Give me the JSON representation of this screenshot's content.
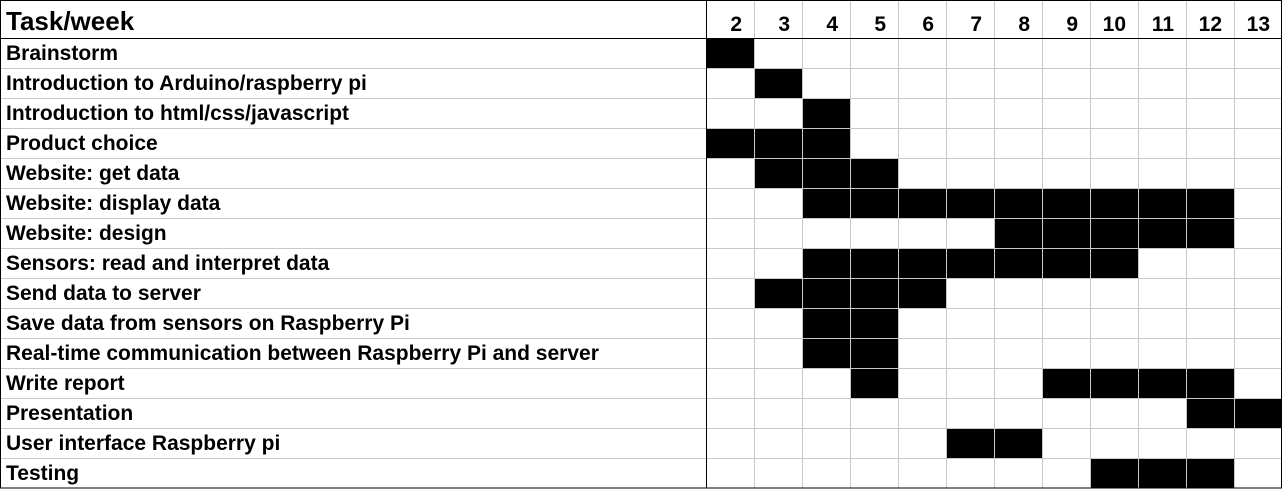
{
  "chart_data": {
    "type": "gantt",
    "title": "",
    "header_label": "Task/week",
    "weeks": [
      "2",
      "3",
      "4",
      "5",
      "6",
      "7",
      "8",
      "9",
      "10",
      "11",
      "12",
      "13"
    ],
    "tasks": [
      {
        "name": "Brainstorm",
        "weeks": [
          2
        ]
      },
      {
        "name": "Introduction to Arduino/raspberry pi",
        "weeks": [
          3
        ]
      },
      {
        "name": "Introduction to html/css/javascript",
        "weeks": [
          4
        ]
      },
      {
        "name": "Product choice",
        "weeks": [
          2,
          3,
          4
        ]
      },
      {
        "name": "Website: get data",
        "weeks": [
          3,
          4,
          5
        ]
      },
      {
        "name": "Website: display data",
        "weeks": [
          4,
          5,
          6,
          7,
          8,
          9,
          10,
          11,
          12
        ]
      },
      {
        "name": "Website: design",
        "weeks": [
          8,
          9,
          10,
          11,
          12
        ]
      },
      {
        "name": "Sensors: read and interpret data",
        "weeks": [
          4,
          5,
          6,
          7,
          8,
          9,
          10
        ]
      },
      {
        "name": "Send data to server",
        "weeks": [
          3,
          4,
          5,
          6
        ]
      },
      {
        "name": "Save data from sensors on Raspberry Pi",
        "weeks": [
          4,
          5
        ]
      },
      {
        "name": "Real-time communication between Raspberry Pi and server",
        "weeks": [
          4,
          5
        ]
      },
      {
        "name": "Write report",
        "weeks": [
          5,
          9,
          10,
          11,
          12
        ]
      },
      {
        "name": "Presentation",
        "weeks": [
          12,
          13
        ]
      },
      {
        "name": "User interface Raspberry pi",
        "weeks": [
          7,
          8
        ]
      },
      {
        "name": "Testing",
        "weeks": [
          10,
          11,
          12
        ]
      }
    ],
    "filled_color": "#000000",
    "grid_color": "#c8c8c8",
    "border_color": "#000000",
    "grid": true
  }
}
